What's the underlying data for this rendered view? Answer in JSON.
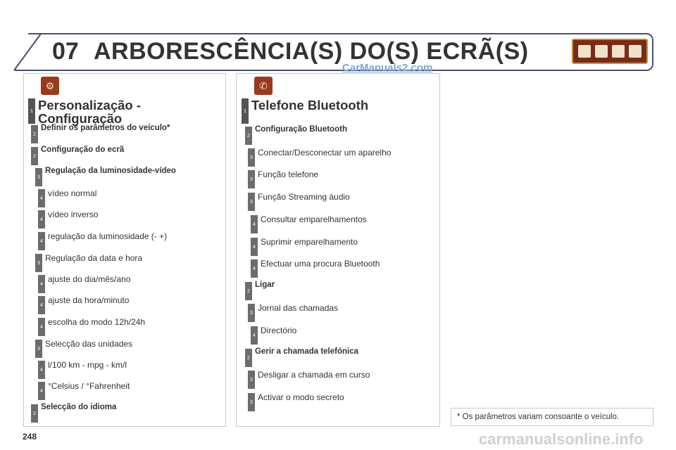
{
  "header": {
    "chapter": "07",
    "title": "ARBORESCÊNCIA(S) DO(S) ECRÃ(S)",
    "watermark": "CarManuals2.com"
  },
  "left_panel": {
    "icon": "personalization-settings-icon",
    "items": [
      {
        "level": "1",
        "text": "Personalização - Configuração",
        "style": "heading"
      },
      {
        "level": "2",
        "text": "Definir os parâmetros do veículo*",
        "style": "bold"
      },
      {
        "level": "2",
        "text": "Configuração do ecrã",
        "style": "bold"
      },
      {
        "level": "3",
        "text": "Regulação da luminosidade-vídeo",
        "style": "bold"
      },
      {
        "level": "4",
        "text": "vídeo normal",
        "style": "normal"
      },
      {
        "level": "4",
        "text": "vídeo inverso",
        "style": "normal"
      },
      {
        "level": "4",
        "text": "regulação da luminosidade (- +)",
        "style": "normal"
      },
      {
        "level": "3",
        "text": "Regulação da data e hora",
        "style": "normal"
      },
      {
        "level": "4",
        "text": "ajuste do dia/mês/ano",
        "style": "normal"
      },
      {
        "level": "4",
        "text": "ajuste da hora/minuto",
        "style": "normal"
      },
      {
        "level": "4",
        "text": "escolha do modo 12h/24h",
        "style": "normal"
      },
      {
        "level": "3",
        "text": "Selecção das unidades",
        "style": "normal"
      },
      {
        "level": "4",
        "text": "l/100 km - mpg - km/l",
        "style": "normal"
      },
      {
        "level": "4",
        "text": "°Celsius / °Fahrenheit",
        "style": "normal"
      },
      {
        "level": "2",
        "text": "Selecção do idioma",
        "style": "bold"
      }
    ]
  },
  "right_panel": {
    "icon": "bluetooth-phone-icon",
    "items": [
      {
        "level": "1",
        "text": "Telefone Bluetooth",
        "style": "heading"
      },
      {
        "level": "2",
        "text": "Configuração Bluetooth",
        "style": "bold"
      },
      {
        "level": "3",
        "text": "Conectar/Desconectar um aparelho",
        "style": "normal"
      },
      {
        "level": "3",
        "text": "Função telefone",
        "style": "normal"
      },
      {
        "level": "3",
        "text": "Função Streaming áudio",
        "style": "normal"
      },
      {
        "level": "4",
        "text": "Consultar emparelhamentos",
        "style": "normal"
      },
      {
        "level": "4",
        "text": "Suprimir emparelhamento",
        "style": "normal"
      },
      {
        "level": "4",
        "text": "Efectuar uma procura Bluetooth",
        "style": "normal"
      },
      {
        "level": "2",
        "text": "Ligar",
        "style": "bold"
      },
      {
        "level": "3",
        "text": "Jornal das chamadas",
        "style": "normal"
      },
      {
        "level": "4",
        "text": "Directório",
        "style": "normal"
      },
      {
        "level": "2",
        "text": "Gerir a chamada telefónica",
        "style": "bold"
      },
      {
        "level": "3",
        "text": "Desligar a chamada em curso",
        "style": "normal"
      },
      {
        "level": "3",
        "text": "Activar o modo secreto",
        "style": "normal"
      }
    ]
  },
  "footnote": "* Os parâmetros variam consoante o veículo.",
  "page_number": "248",
  "site_watermark": "carmanualsonline.info"
}
